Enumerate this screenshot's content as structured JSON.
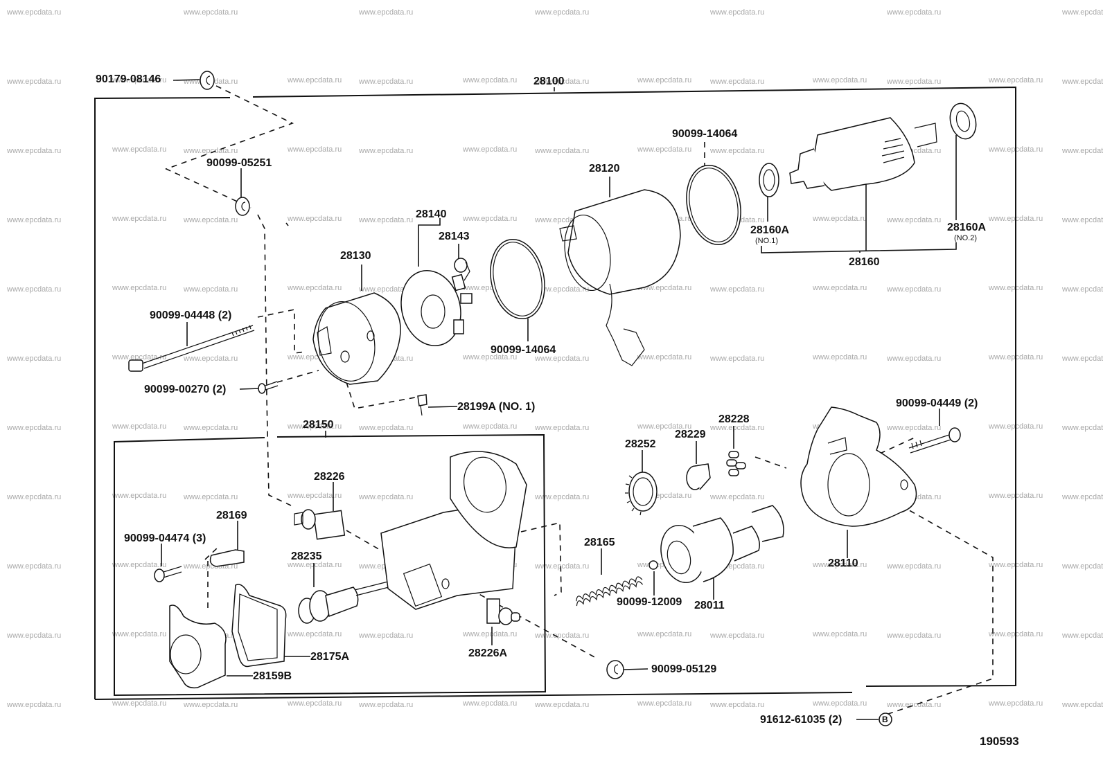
{
  "diagram": {
    "title_id": "190593",
    "watermark": "www.epcdata.ru",
    "colors": {
      "line": "#111111",
      "watermark": "#a8a8a8",
      "background": "#ffffff"
    },
    "assemblies": {
      "outer": {
        "part_no": "28100"
      },
      "inner": {
        "part_no": "28150"
      },
      "armature": {
        "part_no": "28160"
      }
    },
    "labels": {
      "p90179_08146": "90179-08146",
      "p28100": "28100",
      "p90099_05251": "90099-05251",
      "p90099_14064_top": "90099-14064",
      "p28120": "28120",
      "p28160A_1": "28160A",
      "p28160A_1_sub": "(NO.1)",
      "p28160A_2": "28160A",
      "p28160A_2_sub": "(NO.2)",
      "p28160": "28160",
      "p28140": "28140",
      "p28143": "28143",
      "p28130": "28130",
      "p90099_04448": "90099-04448 (2)",
      "p90099_14064_bot": "90099-14064",
      "p90099_00270": "90099-00270 (2)",
      "p28199A": "28199A (NO. 1)",
      "p28150": "28150",
      "p28226": "28226",
      "p28169": "28169",
      "p90099_04474": "90099-04474 (3)",
      "p28235": "28235",
      "p28175A": "28175A",
      "p28159B": "28159B",
      "p28226A": "28226A",
      "p28252": "28252",
      "p28229": "28229",
      "p28228": "28228",
      "p90099_04449": "90099-04449 (2)",
      "p28165": "28165",
      "p90099_12009": "90099-12009",
      "p28011": "28011",
      "p28110": "28110",
      "p90099_05129": "90099-05129",
      "p91612_61035": "91612-61035 (2)",
      "ref_b": "B"
    },
    "parts": [
      {
        "part_no": "90179-08146",
        "icon": "nut-icon"
      },
      {
        "part_no": "90099-05251",
        "icon": "nut-icon"
      },
      {
        "part_no": "90099-14064",
        "icon": "o-ring-icon",
        "qty_note": "2 locations"
      },
      {
        "part_no": "28120",
        "icon": "yoke-housing-icon"
      },
      {
        "part_no": "28160A",
        "sub": "(NO.1)",
        "icon": "bearing-icon"
      },
      {
        "part_no": "28160A",
        "sub": "(NO.2)",
        "icon": "bearing-icon"
      },
      {
        "part_no": "28160",
        "icon": "armature-icon"
      },
      {
        "part_no": "28140",
        "icon": "brush-holder-icon"
      },
      {
        "part_no": "28143",
        "icon": "brush-spring-icon"
      },
      {
        "part_no": "28130",
        "icon": "end-frame-icon"
      },
      {
        "part_no": "90099-04448",
        "qty": "(2)",
        "icon": "through-bolt-icon"
      },
      {
        "part_no": "90099-00270",
        "qty": "(2)",
        "icon": "screw-icon"
      },
      {
        "part_no": "28199A",
        "sub": "(NO. 1)",
        "icon": "clip-icon"
      },
      {
        "part_no": "28226",
        "icon": "terminal-icon"
      },
      {
        "part_no": "28169",
        "icon": "contact-plate-icon"
      },
      {
        "part_no": "90099-04474",
        "qty": "(3)",
        "icon": "screw-icon"
      },
      {
        "part_no": "28235",
        "icon": "plunger-icon"
      },
      {
        "part_no": "28175A",
        "icon": "gasket-icon"
      },
      {
        "part_no": "28159B",
        "icon": "end-cover-icon"
      },
      {
        "part_no": "28226A",
        "icon": "terminal-icon"
      },
      {
        "part_no": "28252",
        "icon": "idler-gear-icon"
      },
      {
        "part_no": "28229",
        "icon": "retainer-icon"
      },
      {
        "part_no": "28228",
        "icon": "roller-icon"
      },
      {
        "part_no": "90099-04449",
        "qty": "(2)",
        "icon": "bolt-icon"
      },
      {
        "part_no": "28165",
        "icon": "spring-icon"
      },
      {
        "part_no": "90099-12009",
        "icon": "steel-ball-icon"
      },
      {
        "part_no": "28011",
        "icon": "clutch-pinion-icon"
      },
      {
        "part_no": "28110",
        "icon": "starter-housing-icon"
      },
      {
        "part_no": "90099-05129",
        "icon": "nut-icon"
      },
      {
        "part_no": "91612-61035",
        "qty": "(2)",
        "icon": "bolt-ref-b-icon"
      }
    ]
  }
}
